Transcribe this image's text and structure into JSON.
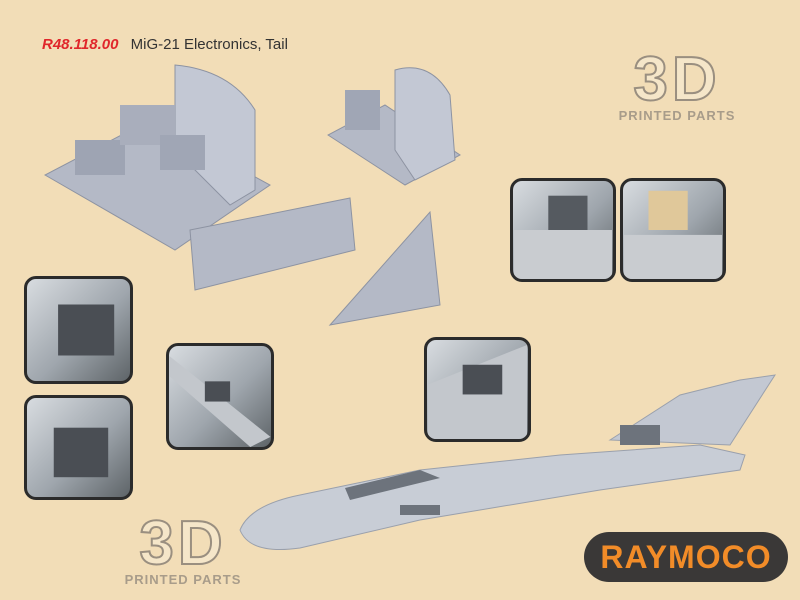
{
  "header": {
    "product_code": "R48.118.00",
    "product_name": "MiG-21 Electronics, Tail"
  },
  "logos": {
    "badge_top": {
      "big": "3D",
      "small": "PRINTED PARTS"
    },
    "badge_bottom": {
      "big": "3D",
      "small": "PRINTED PARTS"
    },
    "brand": "RAYMOCO"
  },
  "colors": {
    "background": "#f2ddb7",
    "code_red": "#e0262b",
    "brand_orange": "#f28c28",
    "brand_dark": "#3a3837",
    "part_gray": "#b4b9c6"
  }
}
